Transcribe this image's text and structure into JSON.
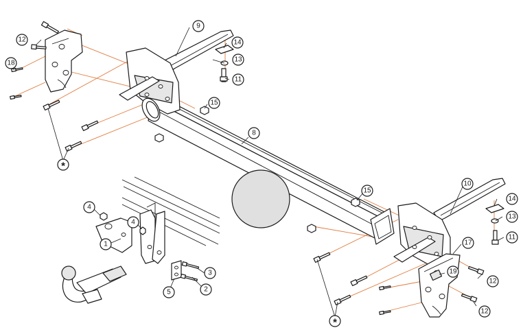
{
  "colors": {
    "line": "#1a1a1a",
    "guide": "#e07a3c",
    "ball_fill": "#e0e0e0",
    "background": "#ffffff"
  },
  "callouts": [
    {
      "id": "c1",
      "label": "1"
    },
    {
      "id": "c2",
      "label": "2"
    },
    {
      "id": "c3",
      "label": "3"
    },
    {
      "id": "c4a",
      "label": "4"
    },
    {
      "id": "c4b",
      "label": "4"
    },
    {
      "id": "c5",
      "label": "5"
    },
    {
      "id": "c8",
      "label": "8"
    },
    {
      "id": "c9",
      "label": "9"
    },
    {
      "id": "c10",
      "label": "10"
    },
    {
      "id": "c11a",
      "label": "11"
    },
    {
      "id": "c11b",
      "label": "11"
    },
    {
      "id": "c12a",
      "label": "12"
    },
    {
      "id": "c12b",
      "label": "12"
    },
    {
      "id": "c12c",
      "label": "12"
    },
    {
      "id": "c13a",
      "label": "13"
    },
    {
      "id": "c13b",
      "label": "13"
    },
    {
      "id": "c14a",
      "label": "14"
    },
    {
      "id": "c14b",
      "label": "14"
    },
    {
      "id": "c15a",
      "label": "15"
    },
    {
      "id": "c15b",
      "label": "15"
    },
    {
      "id": "c17",
      "label": "17"
    },
    {
      "id": "c18",
      "label": "18"
    },
    {
      "id": "c19",
      "label": "19"
    }
  ],
  "markers": [
    {
      "id": "s1",
      "label": "*"
    },
    {
      "id": "s2",
      "label": "*"
    }
  ]
}
